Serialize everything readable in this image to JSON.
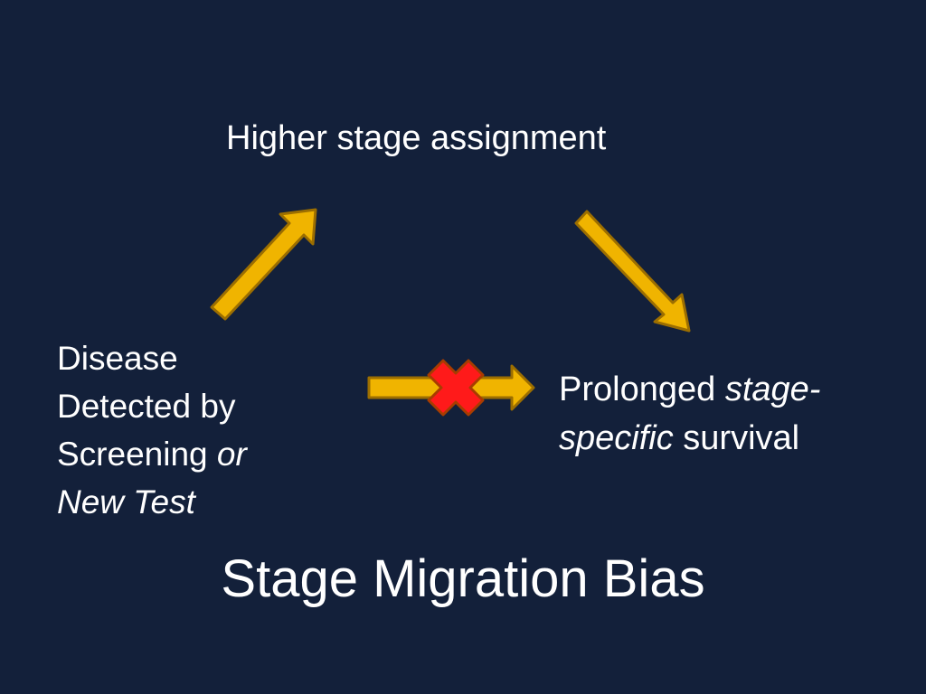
{
  "colors": {
    "background": "#13203a",
    "arrow_fill": "#f0b400",
    "arrow_stroke": "#9c6e00",
    "cross_fill": "#ff1a1a",
    "cross_stroke": "#a83c00",
    "text": "#ffffff"
  },
  "nodes": {
    "top": "Higher stage assignment",
    "left": {
      "line1": "Disease",
      "line2": "Detected by",
      "line3_normal": "Screening",
      "line3_italic": "or",
      "line4_italic": "New Test"
    },
    "right": {
      "normal1": "Prolonged",
      "italic1": "stage-",
      "italic2": "specific",
      "normal2": "survival"
    }
  },
  "title": "Stage Migration Bias",
  "icons": {
    "up_arrow": "arrow-up-right",
    "down_arrow": "arrow-down-right",
    "horizontal_arrow": "arrow-right",
    "blocked_marker": "cross"
  }
}
